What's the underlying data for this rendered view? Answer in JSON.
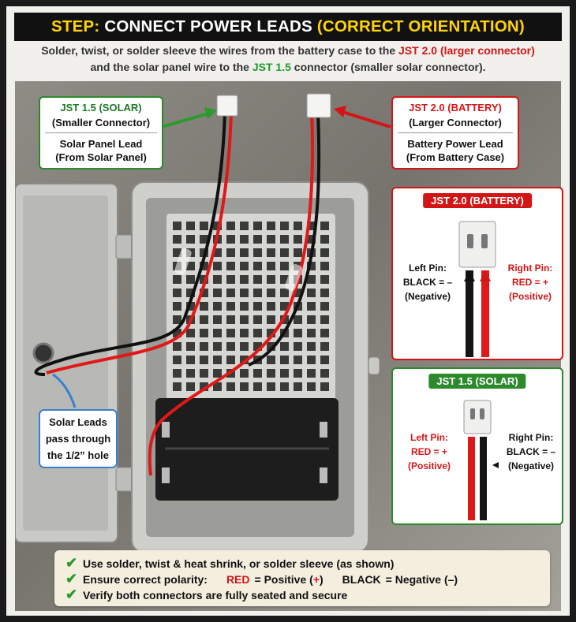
{
  "header": {
    "step_label": "STEP:",
    "title": "CONNECT POWER LEADS",
    "highlight": "(CORRECT ORIENTATION)"
  },
  "subtitle": {
    "line1_prefix": "Solder, twist, or solder sleeve the wires from the battery case to the",
    "line1_highlight": "JST 2.0 (larger connector)",
    "line2_prefix": "and the solar panel wire to the",
    "line2_highlight": "JST 1.5",
    "line2_suffix": "connector (smaller solar connector)."
  },
  "solar_callout": {
    "title": "JST 1.5 (SOLAR)",
    "subtitle": "(Smaller Connector)",
    "body_line1": "Solar Panel Lead",
    "body_line2": "(From Solar Panel)"
  },
  "battery_callout": {
    "title": "JST 2.0 (BATTERY)",
    "subtitle": "(Larger Connector)",
    "body_line1": "Battery Power Lead",
    "body_line2": "(From Battery Case)"
  },
  "leads_callout": {
    "line1": "Solar Leads",
    "line2": "pass through",
    "line3": "the 1/2” hole"
  },
  "battery_pins": {
    "title": "JST 2.0 (BATTERY)",
    "left_line1": "Left Pin:",
    "left_line2": "BLACK = –",
    "left_line3": "(Negative)",
    "right_line1": "Right Pin:",
    "right_line2": "RED = +",
    "right_line3": "(Positive)"
  },
  "solar_pins": {
    "title": "JST 1.5 (SOLAR)",
    "left_line1": "Left Pin:",
    "left_line2": "RED = +",
    "left_line3": "(Positive)",
    "right_line1": "Right Pin:",
    "right_line2": "BLACK = –",
    "right_line3": "(Negative)"
  },
  "checklist": {
    "item1": "Use solder, twist & heat shrink, or solder sleeve (as shown)",
    "item2_prefix": "Ensure correct polarity:",
    "item2_red": "RED",
    "item2_red_text": "= Positive (",
    "item2_plus": "+",
    "item2_close": ")",
    "item2_black": "BLACK",
    "item2_black_text": "= Negative (–)",
    "item3": "Verify both connectors are fully seated and secure"
  },
  "colors": {
    "red": "#d41515",
    "green": "#2c8a2c",
    "blue": "#3a7fd0",
    "yellow": "#ffd400"
  }
}
